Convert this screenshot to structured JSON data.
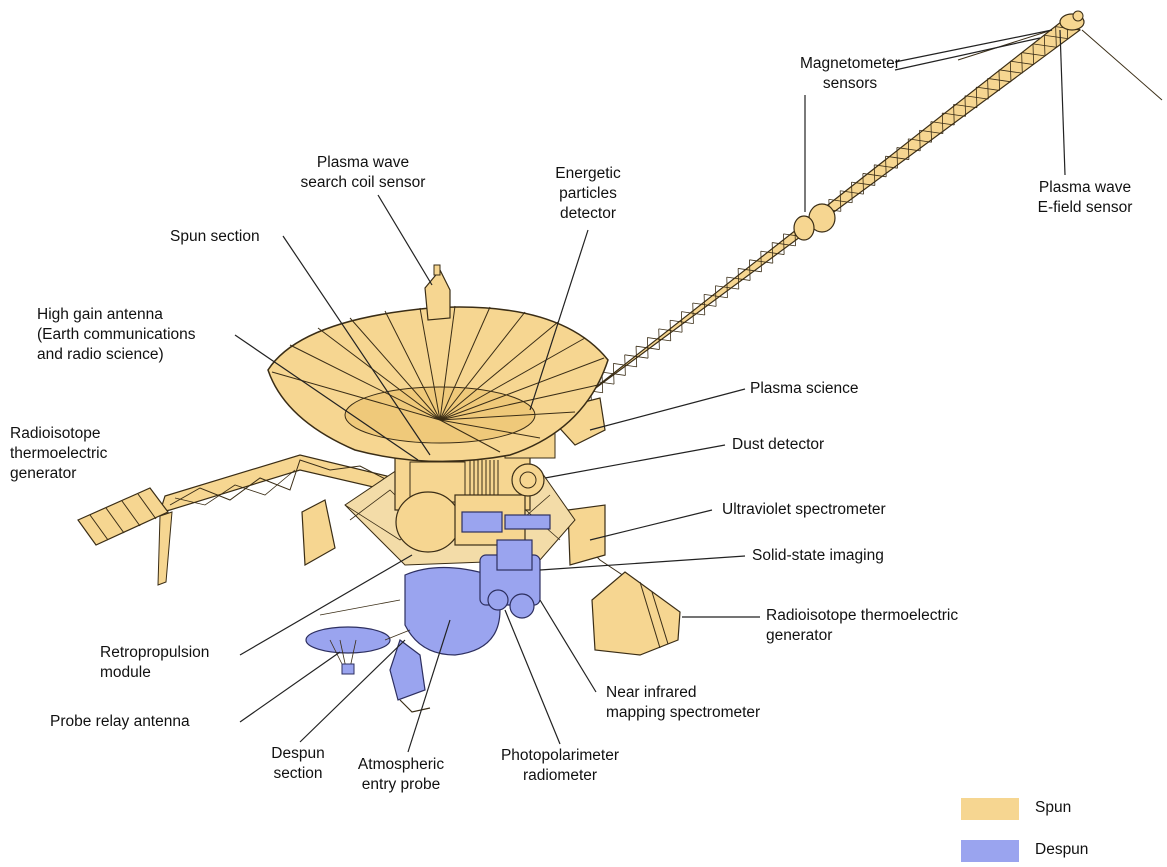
{
  "colors": {
    "spun": "#f6d691",
    "despun": "#9aa4ef",
    "outline": "#3a2d16",
    "leader": "#222222"
  },
  "labels": {
    "magnetometer": "Magnetometer\nsensors",
    "plasma_wave_search": "Plasma wave\nsearch coil sensor",
    "energetic_particles": "Energetic\nparticles\ndetector",
    "plasma_wave_efield": "Plasma wave\nE-field sensor",
    "spun_section": "Spun section",
    "high_gain_antenna": "High gain antenna\n(Earth communications\nand radio science)",
    "plasma_science": "Plasma science",
    "rtg_left": "Radioisotope\nthermoelectric\ngenerator",
    "dust_detector": "Dust detector",
    "uv_spectrometer": "Ultraviolet spectrometer",
    "ssi": "Solid-state imaging",
    "rtg_right": "Radioisotope thermoelectric\ngenerator",
    "retropropulsion": "Retropropulsion\nmodule",
    "nims": "Near infrared\nmapping spectrometer",
    "probe_relay": "Probe relay antenna",
    "despun_section": "Despun\nsection",
    "atmospheric_probe": "Atmospheric\nentry probe",
    "photopolarimeter": "Photopolarimeter\nradiometer"
  },
  "legend": {
    "spun_label": "Spun",
    "despun_label": "Despun"
  }
}
